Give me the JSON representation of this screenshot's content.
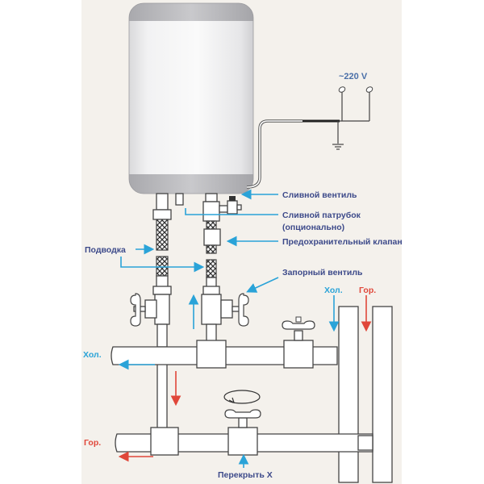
{
  "diagram": {
    "title": "Water heater connection scheme",
    "power": {
      "voltage_label": "~220 V"
    },
    "labels": {
      "drain_valve": "Сливной вентиль",
      "drain_pipe_line1": "Сливной патрубок",
      "drain_pipe_line2": "(опционально)",
      "safety_valve": "Предохранительный клапан",
      "supply_hose": "Подводка",
      "shutoff_valve": "Запорный вентиль",
      "cold_top": "Хол.",
      "hot_top": "Гор.",
      "cold_left": "Хол.",
      "hot_left": "Гор.",
      "close_x": "Перекрыть X"
    },
    "colors": {
      "background": "#f4f1ec",
      "label_text": "#3d4a8a",
      "cold": "#2aa3d8",
      "hot": "#e0473a",
      "outline": "#444444"
    }
  }
}
